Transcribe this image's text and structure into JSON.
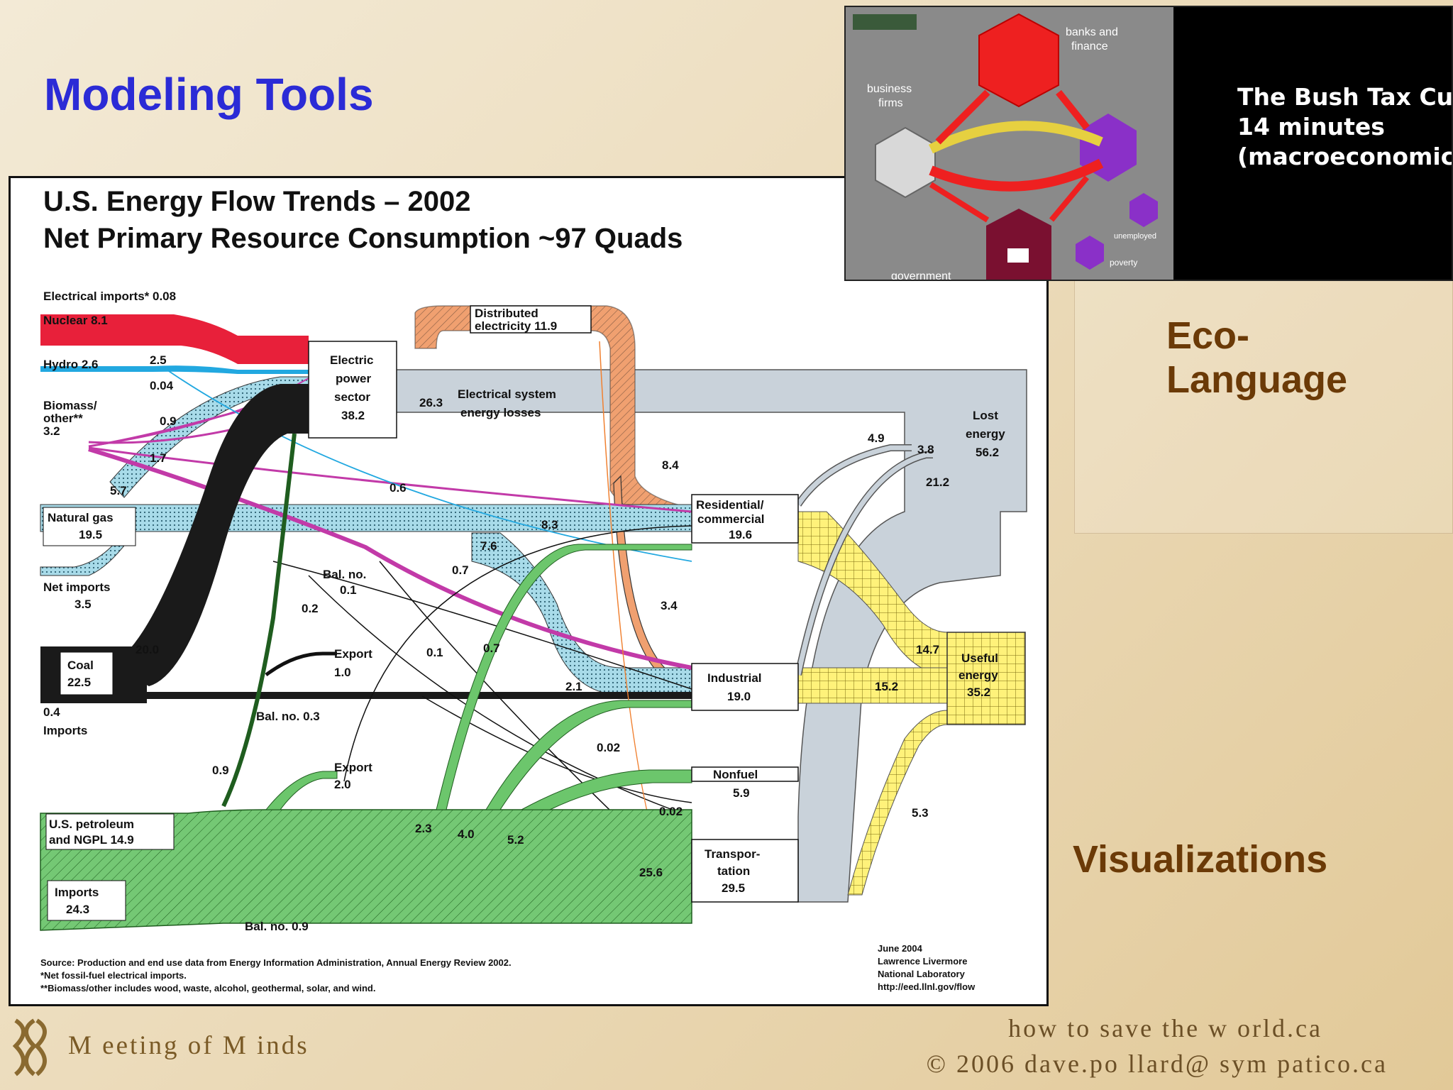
{
  "slide": {
    "title": "Modeling Tools",
    "right_label_eco_1": "Eco-",
    "right_label_eco_2": "Language",
    "right_label_viz": "Visualizations"
  },
  "diagram": {
    "heading_line1": "U.S. Energy Flow Trends – 2002",
    "heading_line2": "Net Primary Resource Consumption ~97 Quads",
    "labels": {
      "electrical_imports": "Electrical imports* 0.08",
      "nuclear": "Nuclear 8.1",
      "hydro": "Hydro 2.6",
      "hydro_to_power": "2.5",
      "biomass_1": "Biomass/",
      "biomass_2": "other**",
      "biomass_3": "3.2",
      "biomass_004": "0.04",
      "biomass_09": "0.9",
      "biomass_17": "1.7",
      "natgas_57": "5.7",
      "natural_gas_1": "Natural gas",
      "natural_gas_2": "19.5",
      "net_imports_1": "Net imports",
      "net_imports_2": "3.5",
      "coal_1": "Coal",
      "coal_2": "22.5",
      "coal_200": "20.0",
      "coal_imports_1": "0.4",
      "coal_imports_2": "Imports",
      "electric_power_1": "Electric",
      "electric_power_2": "power",
      "electric_power_3": "sector",
      "electric_power_4": "38.2",
      "distributed_1": "Distributed",
      "distributed_2": "electricity 11.9",
      "system_losses_val": "26.3",
      "system_losses_1": "Electrical system",
      "system_losses_2": "energy losses",
      "lost_energy_1": "Lost",
      "lost_energy_2": "energy",
      "lost_energy_3": "56.2",
      "lost_49": "4.9",
      "lost_38": "3.8",
      "lost_212": "21.2",
      "dist_84": "8.4",
      "dist_34": "3.4",
      "gas_06": "0.6",
      "gas_83": "8.3",
      "gas_76": "7.6",
      "gas_07": "0.7",
      "bal_no_01_1": "Bal. no.",
      "bal_no_01_2": "0.1",
      "gas_02": "0.2",
      "export_1": "Export",
      "export_1v": "1.0",
      "coal_01": "0.1",
      "coal_07": "0.7",
      "coal_21": "2.1",
      "bal_no_03": "Bal. no. 0.3",
      "residential_1": "Residential/",
      "residential_2": "commercial",
      "residential_3": "19.6",
      "industrial_1": "Industrial",
      "industrial_2": "19.0",
      "nonfuel_1": "Nonfuel",
      "nonfuel_2": "5.9",
      "transport_1": "Transpor-",
      "transport_2": "tation",
      "transport_3": "29.5",
      "useful_1": "Useful",
      "useful_2": "energy",
      "useful_3": "35.2",
      "useful_147": "14.7",
      "useful_152": "15.2",
      "useful_53": "5.3",
      "pet_09": "0.9",
      "export_2": "Export",
      "export_2v": "2.0",
      "pet_002a": "0.02",
      "pet_002b": "0.02",
      "pet_23": "2.3",
      "pet_40": "4.0",
      "pet_52": "5.2",
      "pet_256": "25.6",
      "us_pet_1": "U.S. petroleum",
      "us_pet_2": "and NGPL 14.9",
      "imports_1": "Imports",
      "imports_2": "24.3",
      "bal_no_09": "Bal. no. 0.9",
      "source_1": "Source: Production and end use data from Energy Information Administration, Annual Energy Review 2002.",
      "source_2": "*Net fossil-fuel electrical imports.",
      "source_3": "**Biomass/other includes wood, waste, alcohol, geothermal, solar, and wind.",
      "credit_1": "June 2004",
      "credit_2": "Lawrence Livermore",
      "credit_3": "National Laboratory",
      "credit_4": "http://eed.llnl.gov/flow"
    }
  },
  "inset": {
    "line1": "The Bush Tax Cuts",
    "line2": "14 minutes",
    "line3": "(macroeconomics)",
    "node_banks_1": "banks and",
    "node_banks_2": "finance",
    "node_business_1": "business",
    "node_business_2": "firms",
    "node_government": "government",
    "node_unemployed": "unemployed",
    "node_poverty": "poverty"
  },
  "footer": {
    "brand": "M eeting of M inds",
    "site": "how to save the w orld.ca",
    "copyright": "©  2006  dave.po llard@  sym patico.ca"
  },
  "colors": {
    "title": "#2b2bd6",
    "accent_brown": "#6b3a07",
    "nuclear": "#e8203a",
    "hydro": "#22a8e0",
    "biomass": "#c23aa8",
    "natgas": "#9fd3e6",
    "coal": "#1a1a1a",
    "petroleum": "#6cc66c",
    "electricity": "#f0a070",
    "loss": "#c8d0d8",
    "useful": "#fff27a"
  }
}
